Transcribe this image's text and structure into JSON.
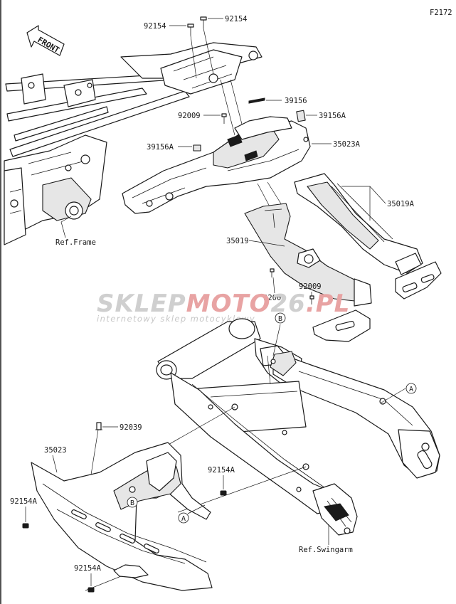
{
  "figure_code": "F2172",
  "front_label": "FRONT",
  "watermark": {
    "brand_part1": "SKLEP",
    "brand_part2": "MOTO",
    "brand_part3": "26",
    "brand_part4": ".PL",
    "tagline": "internetowy sklep motocyklowy",
    "colors": {
      "gray": "#c9c9c9",
      "red": "#e8a0a0"
    }
  },
  "labels": {
    "p92154_left_top": "92154",
    "p92154_right_top": "92154",
    "p39156": "39156",
    "p92009_top": "92009",
    "p39156a_right": "39156A",
    "p39156a_left": "39156A",
    "p35023a": "35023A",
    "p35019a": "35019A",
    "p35019": "35019",
    "p92009_mid_left": "92009",
    "p92009_mid_right": "92009",
    "p92039": "92039",
    "p35023": "35023",
    "p92154a_mid": "92154A",
    "p92154a_left": "92154A",
    "p92154a_bottom": "92154A",
    "ref_frame": "Ref.Frame",
    "ref_swingarm": "Ref.Swingarm"
  },
  "callouts": {
    "b_top": "B",
    "a_right": "A",
    "b_bottom": "B",
    "a_bottom": "A"
  }
}
